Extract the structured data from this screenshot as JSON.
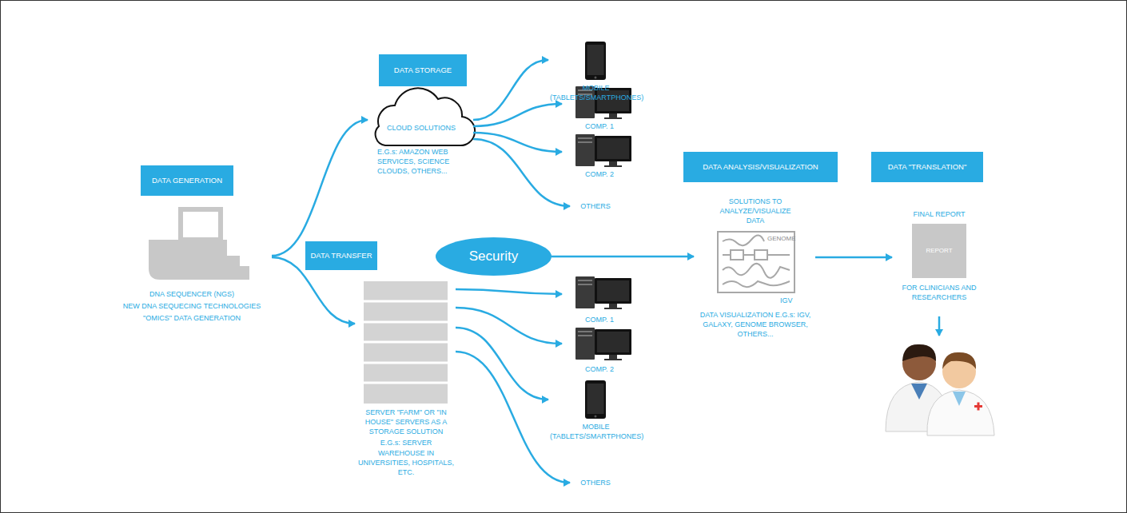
{
  "diagram": {
    "nodes": [
      {
        "text": [
          "DATA STORAGE"
        ]
      },
      {
        "text": [
          "DATA GENERATION"
        ]
      },
      {
        "text": [
          "DATA TRANSFER"
        ]
      },
      {
        "text": [
          "DATA ANALYSIS/VISUALIZATION"
        ]
      },
      {
        "text": [
          "DATA \"TRANSLATION\""
        ]
      },
      {
        "text": [
          "DNA SEQUENCER (NGS)",
          "NEW DNA SEQUECING TECHNOLOGIES",
          "\"OMICS\" DATA GENERATION"
        ]
      },
      {
        "text": [
          "CLOUD SOLUTIONS",
          "E.G.s: AMAZON WEB SERVICES, SCIENCE CLOUDS, OTHERS..."
        ]
      },
      {
        "text": [
          "MOBILE (TABLETS/SMARTPHONES)"
        ]
      },
      {
        "text": [
          "COMP. 1"
        ]
      },
      {
        "text": [
          "COMP. 2"
        ]
      },
      {
        "text": [
          "OTHERS"
        ]
      },
      {
        "text": [
          "Security"
        ]
      },
      {
        "text": [
          "SERVER \"FARM\" OR \"IN HOUSE\" SERVERS AS A STORAGE SOLUTION",
          "E.G.s: SERVER WAREHOUSE IN UNIVERSITIES, HOSPITALS, ETC."
        ]
      },
      {
        "text": [
          "COMP. 1"
        ]
      },
      {
        "text": [
          "COMP. 2"
        ]
      },
      {
        "text": [
          "MOBILE (TABLETS/SMARTPHONES)"
        ]
      },
      {
        "text": [
          "OTHERS"
        ]
      },
      {
        "text": [
          "SOLUTIONS TO ANALYZE/VISUALIZE DATA",
          "GENOME",
          "IGV",
          "DATA VISUALIZATION E.G.s: IGV, GALAXY, GENOME BROWSER, OTHERS..."
        ]
      },
      {
        "text": [
          "FINAL REPORT",
          "REPORT",
          "FOR CLINICIANS AND RESEARCHERS"
        ]
      }
    ],
    "edges": [
      {
        "from": 5,
        "to": 6,
        "arrow": "to"
      },
      {
        "from": 5,
        "to": 12,
        "arrow": "to"
      },
      {
        "from": 6,
        "to": 7,
        "arrow": "to"
      },
      {
        "from": 6,
        "to": 8,
        "arrow": "to"
      },
      {
        "from": 6,
        "to": 9,
        "arrow": "to"
      },
      {
        "from": 6,
        "to": 10,
        "arrow": "to"
      },
      {
        "from": 12,
        "to": 13,
        "arrow": "to"
      },
      {
        "from": 12,
        "to": 14,
        "arrow": "to"
      },
      {
        "from": 12,
        "to": 15,
        "arrow": "to"
      },
      {
        "from": 12,
        "to": 16,
        "arrow": "to"
      },
      {
        "from": 11,
        "to": 17,
        "arrow": "to"
      },
      {
        "from": 17,
        "to": 18,
        "arrow": "to"
      }
    ]
  }
}
